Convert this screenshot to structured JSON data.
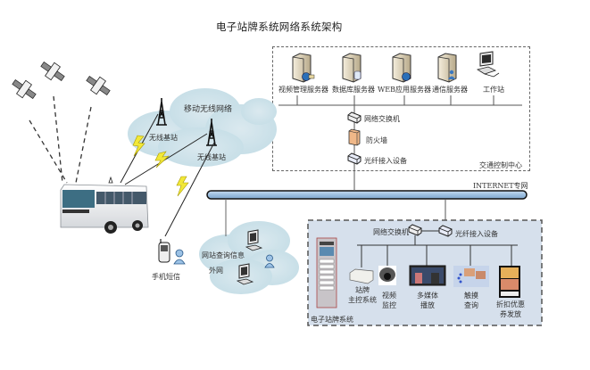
{
  "title": "电子站牌系统网络系统架构",
  "control_center": {
    "label": "交通控制中心",
    "servers": [
      {
        "label": "视频管理服务器",
        "icon": "server-globe-icon"
      },
      {
        "label": "数据库服务器",
        "icon": "server-database-icon"
      },
      {
        "label": "WEB应用服务器",
        "icon": "server-globe-icon"
      },
      {
        "label": "通信服务器",
        "icon": "server-user-icon"
      },
      {
        "label": "工作站",
        "icon": "workstation-icon"
      }
    ],
    "chain": [
      {
        "label": "网络交换机",
        "icon": "network-switch-icon"
      },
      {
        "label": "防火墙",
        "icon": "firewall-icon"
      },
      {
        "label": "光纤接入设备",
        "icon": "fiber-access-icon"
      }
    ]
  },
  "backbone": {
    "label": "INTERNET专网"
  },
  "wireless": {
    "cloud_label": "移动无线网络",
    "stations": [
      {
        "label": "无线基站"
      },
      {
        "label": "无线基站"
      }
    ]
  },
  "satellites": {
    "count": 3,
    "icon": "satellite-icon"
  },
  "bus": {
    "icon": "bus-icon"
  },
  "mobile": {
    "label": "手机短信"
  },
  "external": {
    "cloud_label": "外网",
    "info_label": "网站查询信息"
  },
  "stop_system": {
    "label": "电子站牌系统",
    "switch_label": "网络交换机",
    "fiber_label": "光纤接入设备",
    "devices": [
      {
        "label_line1": "站牌",
        "label_line2": "主控系统"
      },
      {
        "label_line1": "视频",
        "label_line2": "监控"
      },
      {
        "label_line1": "多媒体",
        "label_line2": "播放"
      },
      {
        "label_line1": "触摸",
        "label_line2": "查询"
      },
      {
        "label_line1": "折扣优惠",
        "label_line2": "券发放"
      }
    ]
  }
}
